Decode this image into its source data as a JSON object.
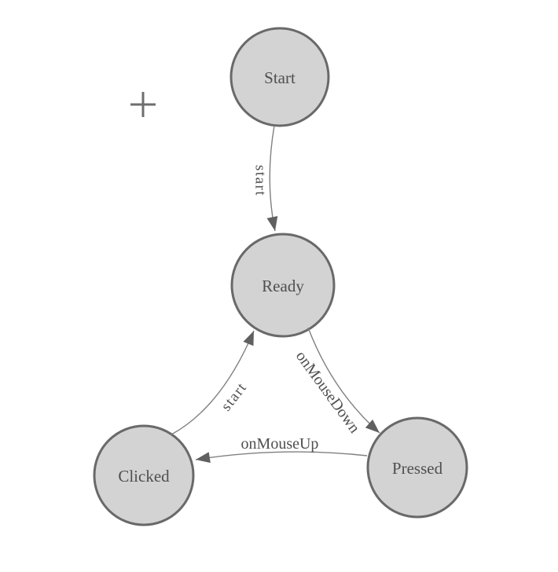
{
  "diagram": {
    "type": "state-machine",
    "nodes": [
      {
        "id": "start",
        "label": "Start"
      },
      {
        "id": "ready",
        "label": "Ready"
      },
      {
        "id": "clicked",
        "label": "Clicked"
      },
      {
        "id": "pressed",
        "label": "Pressed"
      }
    ],
    "edges": [
      {
        "from": "Start",
        "to": "Ready",
        "label": "start"
      },
      {
        "from": "Ready",
        "to": "Pressed",
        "label": "onMouseDown"
      },
      {
        "from": "Pressed",
        "to": "Clicked",
        "label": "onMouseUp"
      },
      {
        "from": "Clicked",
        "to": "Ready",
        "label": "start"
      }
    ],
    "colors": {
      "background": "#ffffff",
      "node_fill": "#d3d3d3",
      "node_stroke": "#696969",
      "edge_stroke": "#808080",
      "arrow_fill": "#606060",
      "label": "#4f4f4f",
      "crosshair": "#6e6e6e"
    }
  }
}
